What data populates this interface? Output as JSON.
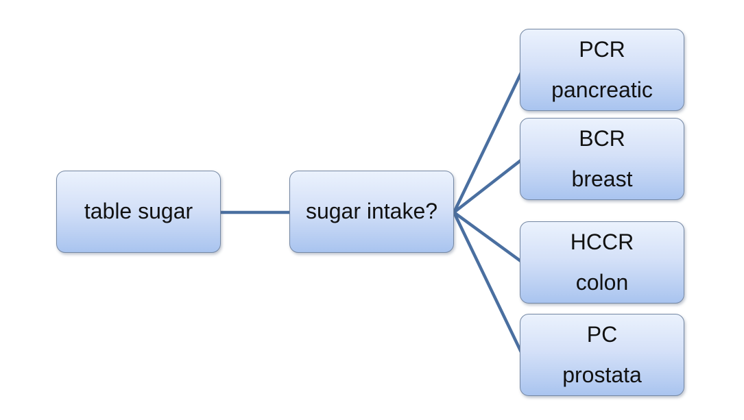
{
  "diagram": {
    "root": {
      "label": "table sugar"
    },
    "question": {
      "label": "sugar intake?"
    },
    "outcomes": [
      {
        "abbr": "PCR",
        "name": "pancreatic"
      },
      {
        "abbr": "BCR",
        "name": "breast"
      },
      {
        "abbr": "HCCR",
        "name": "colon"
      },
      {
        "abbr": "PC",
        "name": "prostata"
      }
    ],
    "colors": {
      "connector": "#4A6FA0",
      "node_border": "#7487A3",
      "node_fill_top": "#EBF2FD",
      "node_fill_bottom": "#A9C4EF",
      "text": "#111111",
      "background": "#FFFFFF"
    }
  }
}
